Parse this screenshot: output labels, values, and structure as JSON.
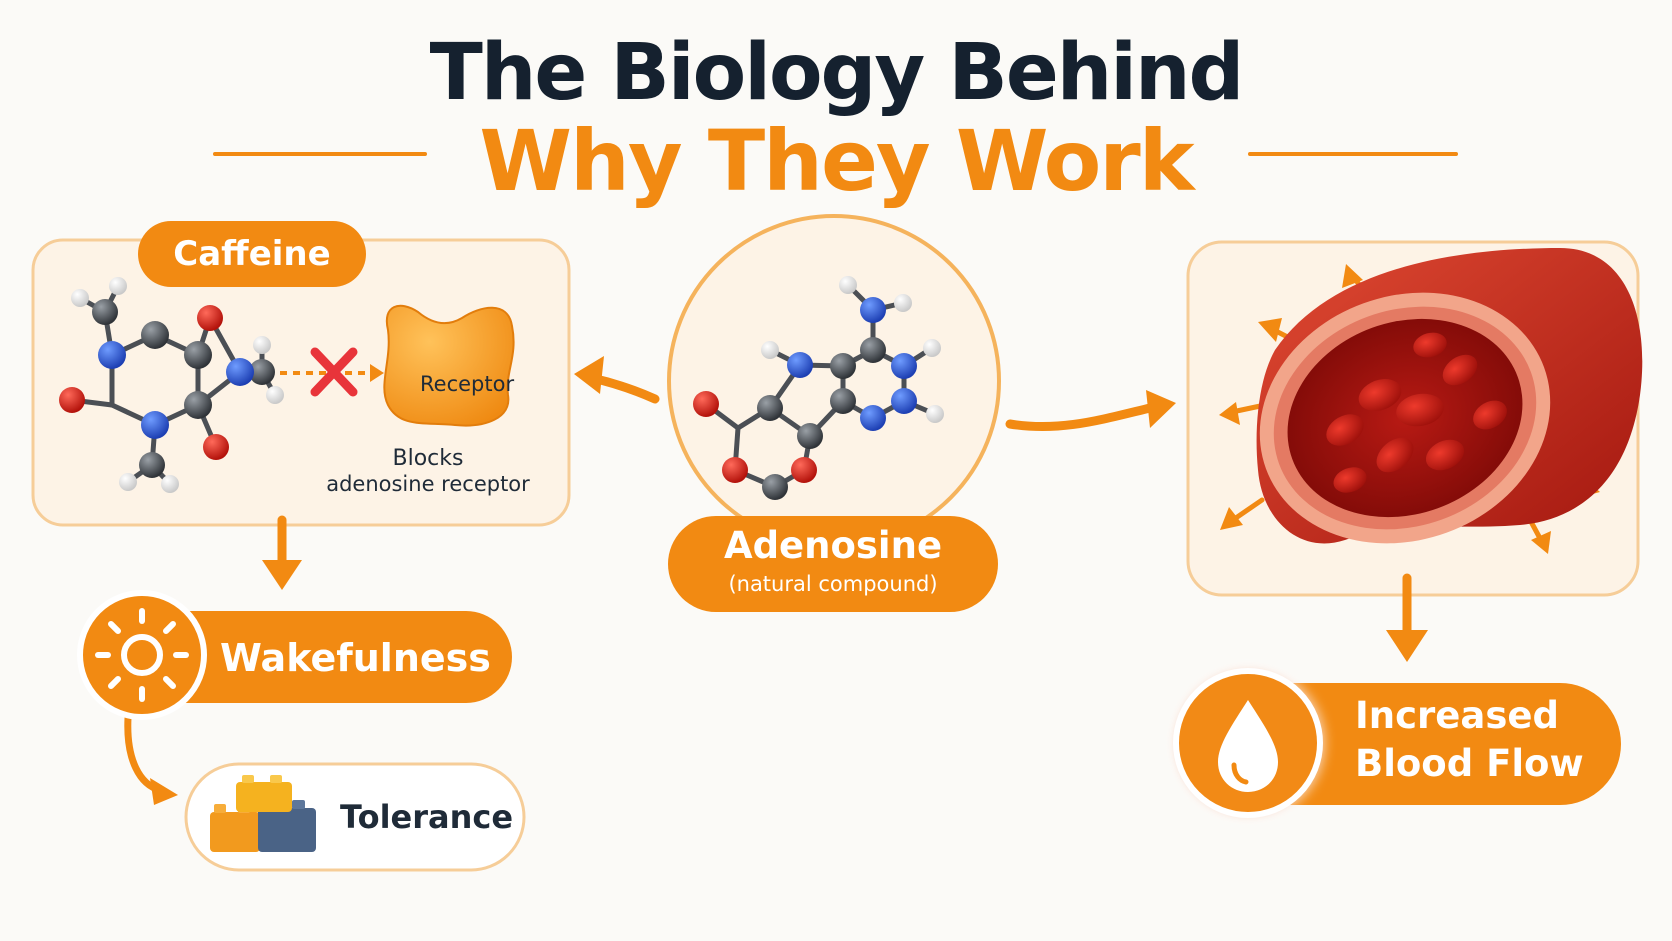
{
  "title": {
    "line1": "The Biology Behind",
    "line2": "Why They Work"
  },
  "caffeine": {
    "label": "Caffeine",
    "receptor_label": "Receptor",
    "caption_line1": "Blocks",
    "caption_line2": "adenosine receptor"
  },
  "adenosine": {
    "label": "Adenosine",
    "sublabel": "(natural compound)"
  },
  "effects": {
    "wakefulness": "Wakefulness",
    "tolerance": "Tolerance",
    "blood_flow_line1": "Increased",
    "blood_flow_line2": "Blood Flow"
  },
  "colors": {
    "accent": "#f28a12",
    "title_dark": "#15212f",
    "vessel_red": "#c9281f",
    "panel_fill": "#fdf3e6"
  }
}
